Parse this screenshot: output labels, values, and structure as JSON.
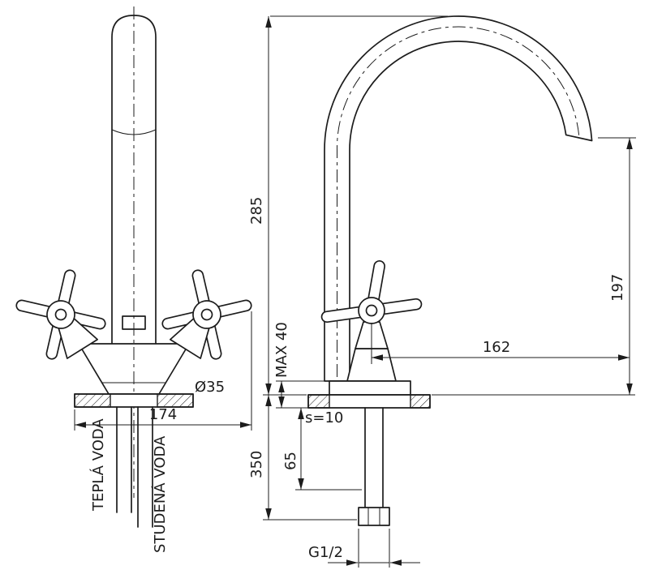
{
  "title": "faucet-technical-drawing",
  "front_view": {
    "dim_width": "174",
    "dim_diameter": "Ø35",
    "label_hot_water": "TEPLÁ VODA",
    "label_cold_water": "STUDENÁ VODA"
  },
  "side_view": {
    "dim_total_height": "285",
    "dim_spout_height": "197",
    "dim_spout_reach": "162",
    "dim_max_deck_thickness": "MAX 40",
    "dim_plate_thickness": "s=10",
    "dim_shank_length": "65",
    "dim_hose_length": "350",
    "dim_thread": "G1/2"
  },
  "colors": {
    "line": "#1c1c1c",
    "background": "#ffffff"
  }
}
